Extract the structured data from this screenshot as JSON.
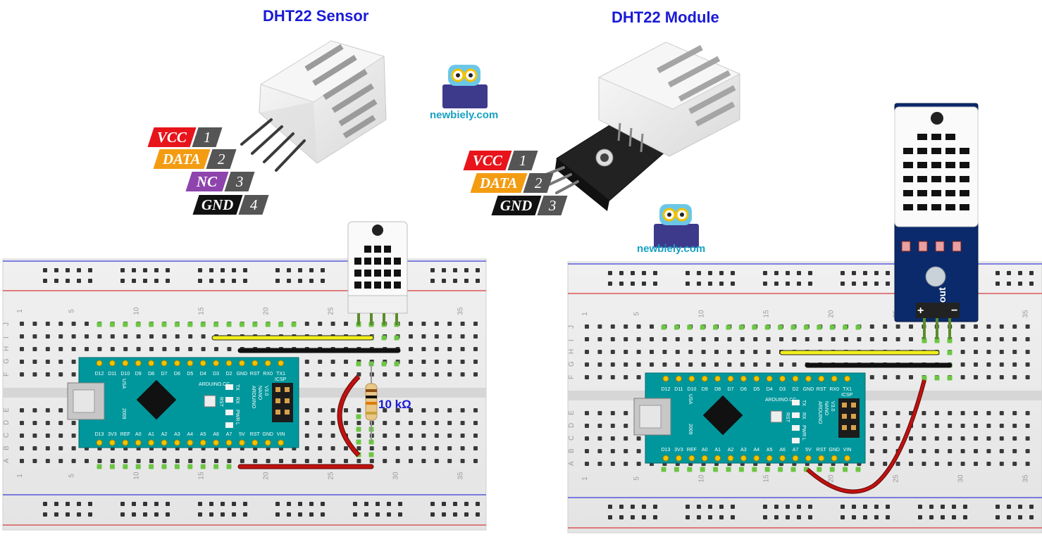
{
  "titles": {
    "sensor": "DHT22 Sensor",
    "module": "DHT22 Module"
  },
  "sensor_pins": [
    {
      "name": "VCC",
      "num": "1",
      "color": "#e8141b"
    },
    {
      "name": "DATA",
      "num": "2",
      "color": "#f39c12"
    },
    {
      "name": "NC",
      "num": "3",
      "color": "#8e44ad"
    },
    {
      "name": "GND",
      "num": "4",
      "color": "#111111"
    }
  ],
  "module_pins": [
    {
      "name": "VCC",
      "num": "1",
      "color": "#e8141b"
    },
    {
      "name": "DATA",
      "num": "2",
      "color": "#f39c12"
    },
    {
      "name": "GND",
      "num": "3",
      "color": "#111111"
    }
  ],
  "logo": {
    "text": "newbiely.com"
  },
  "resistor": {
    "label": "10 kΩ"
  },
  "module_marks": {
    "plus": "+",
    "out": "out",
    "minus": "−"
  },
  "breadboard": {
    "column_numbers": [
      "1",
      "5",
      "10",
      "15",
      "20",
      "25",
      "30",
      "35"
    ],
    "row_letters_top": [
      "J",
      "I",
      "H",
      "G",
      "F"
    ],
    "row_letters_bottom": [
      "E",
      "D",
      "C",
      "B",
      "A"
    ]
  },
  "nano": {
    "top_pins": [
      "D12",
      "D11",
      "D10",
      "D9",
      "D8",
      "D7",
      "D6",
      "D5",
      "D4",
      "D3",
      "D2",
      "GND",
      "RST",
      "RX0",
      "TX1"
    ],
    "bottom_pins": [
      "D13",
      "3V3",
      "REF",
      "A0",
      "A1",
      "A2",
      "A3",
      "A4",
      "A5",
      "A6",
      "A7",
      "5V",
      "RST",
      "GND",
      "VIN"
    ],
    "brand": "ARDUINO.CC",
    "model": [
      "ARDUINO",
      "NANO",
      "V3.0"
    ],
    "usa": "USA",
    "year": "2009",
    "icsp": "ICSP",
    "leds": [
      "TX",
      "RX",
      "PWR",
      "L"
    ],
    "rst": "RST"
  },
  "colors": {
    "title_blue": "#1a1ad6",
    "nano_teal": "#00979c",
    "wire_yellow": "#f2ef1c",
    "wire_black": "#111111",
    "wire_red": "#c0110f",
    "module_blue": "#0a2a6b"
  }
}
